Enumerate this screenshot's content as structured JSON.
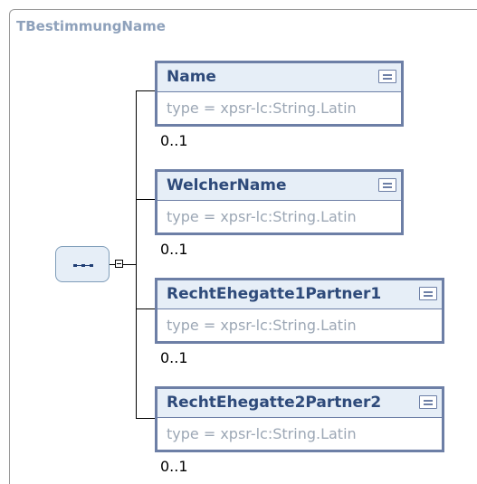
{
  "diagram": {
    "title": "TBestimmungName",
    "elements": [
      {
        "name": "Name",
        "type": "type = xpsr-lc:String.Latin",
        "occurrence": "0..1"
      },
      {
        "name": "WelcherName",
        "type": "type = xpsr-lc:String.Latin",
        "occurrence": "0..1"
      },
      {
        "name": "RechtEhegatte1Partner1",
        "type": "type = xpsr-lc:String.Latin",
        "occurrence": "0..1"
      },
      {
        "name": "RechtEhegatte2Partner2",
        "type": "type = xpsr-lc:String.Latin",
        "occurrence": "0..1"
      }
    ]
  }
}
